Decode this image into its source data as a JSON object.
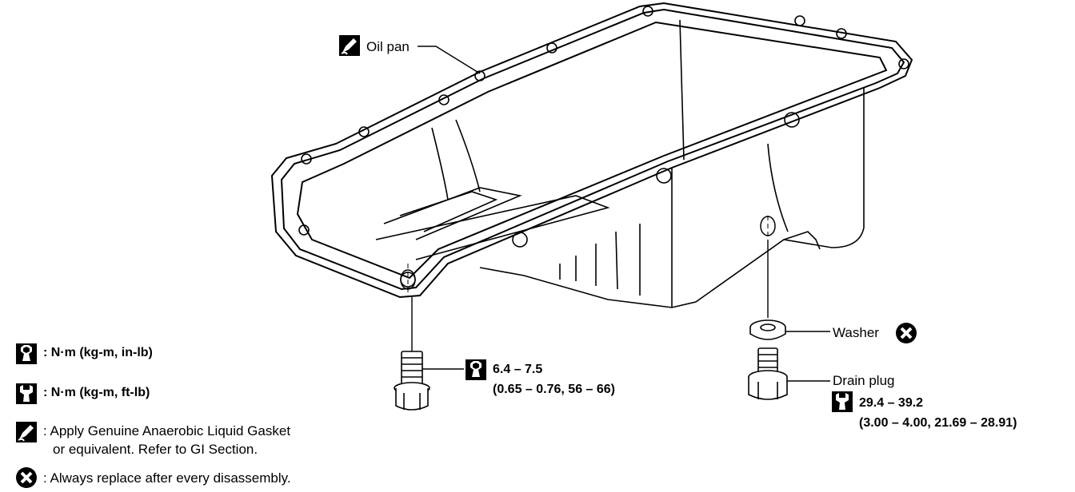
{
  "callouts": {
    "oil_pan": "Oil pan",
    "washer": "Washer",
    "drain_plug": "Drain plug",
    "bolt_torque_1": "6.4 – 7.5",
    "bolt_torque_2": "(0.65 – 0.76, 56 – 66)",
    "drain_torque_1": "29.4 –  39.2",
    "drain_torque_2": "(3.00 – 4.00, 21.69 – 28.91)"
  },
  "legend": {
    "nm_inlb": ": N·m (kg-m, in-lb)",
    "nm_ftlb": ": N·m (kg-m, ft-lb)",
    "gasket_1": ": Apply Genuine Anaerobic Liquid Gasket",
    "gasket_2": "or equivalent. Refer to GI Section.",
    "replace": ": Always replace after every disassembly."
  },
  "icons": [
    "torque-wrench-filled-icon",
    "torque-wrench-outline-icon",
    "liquid-gasket-icon",
    "replace-cross-icon"
  ]
}
